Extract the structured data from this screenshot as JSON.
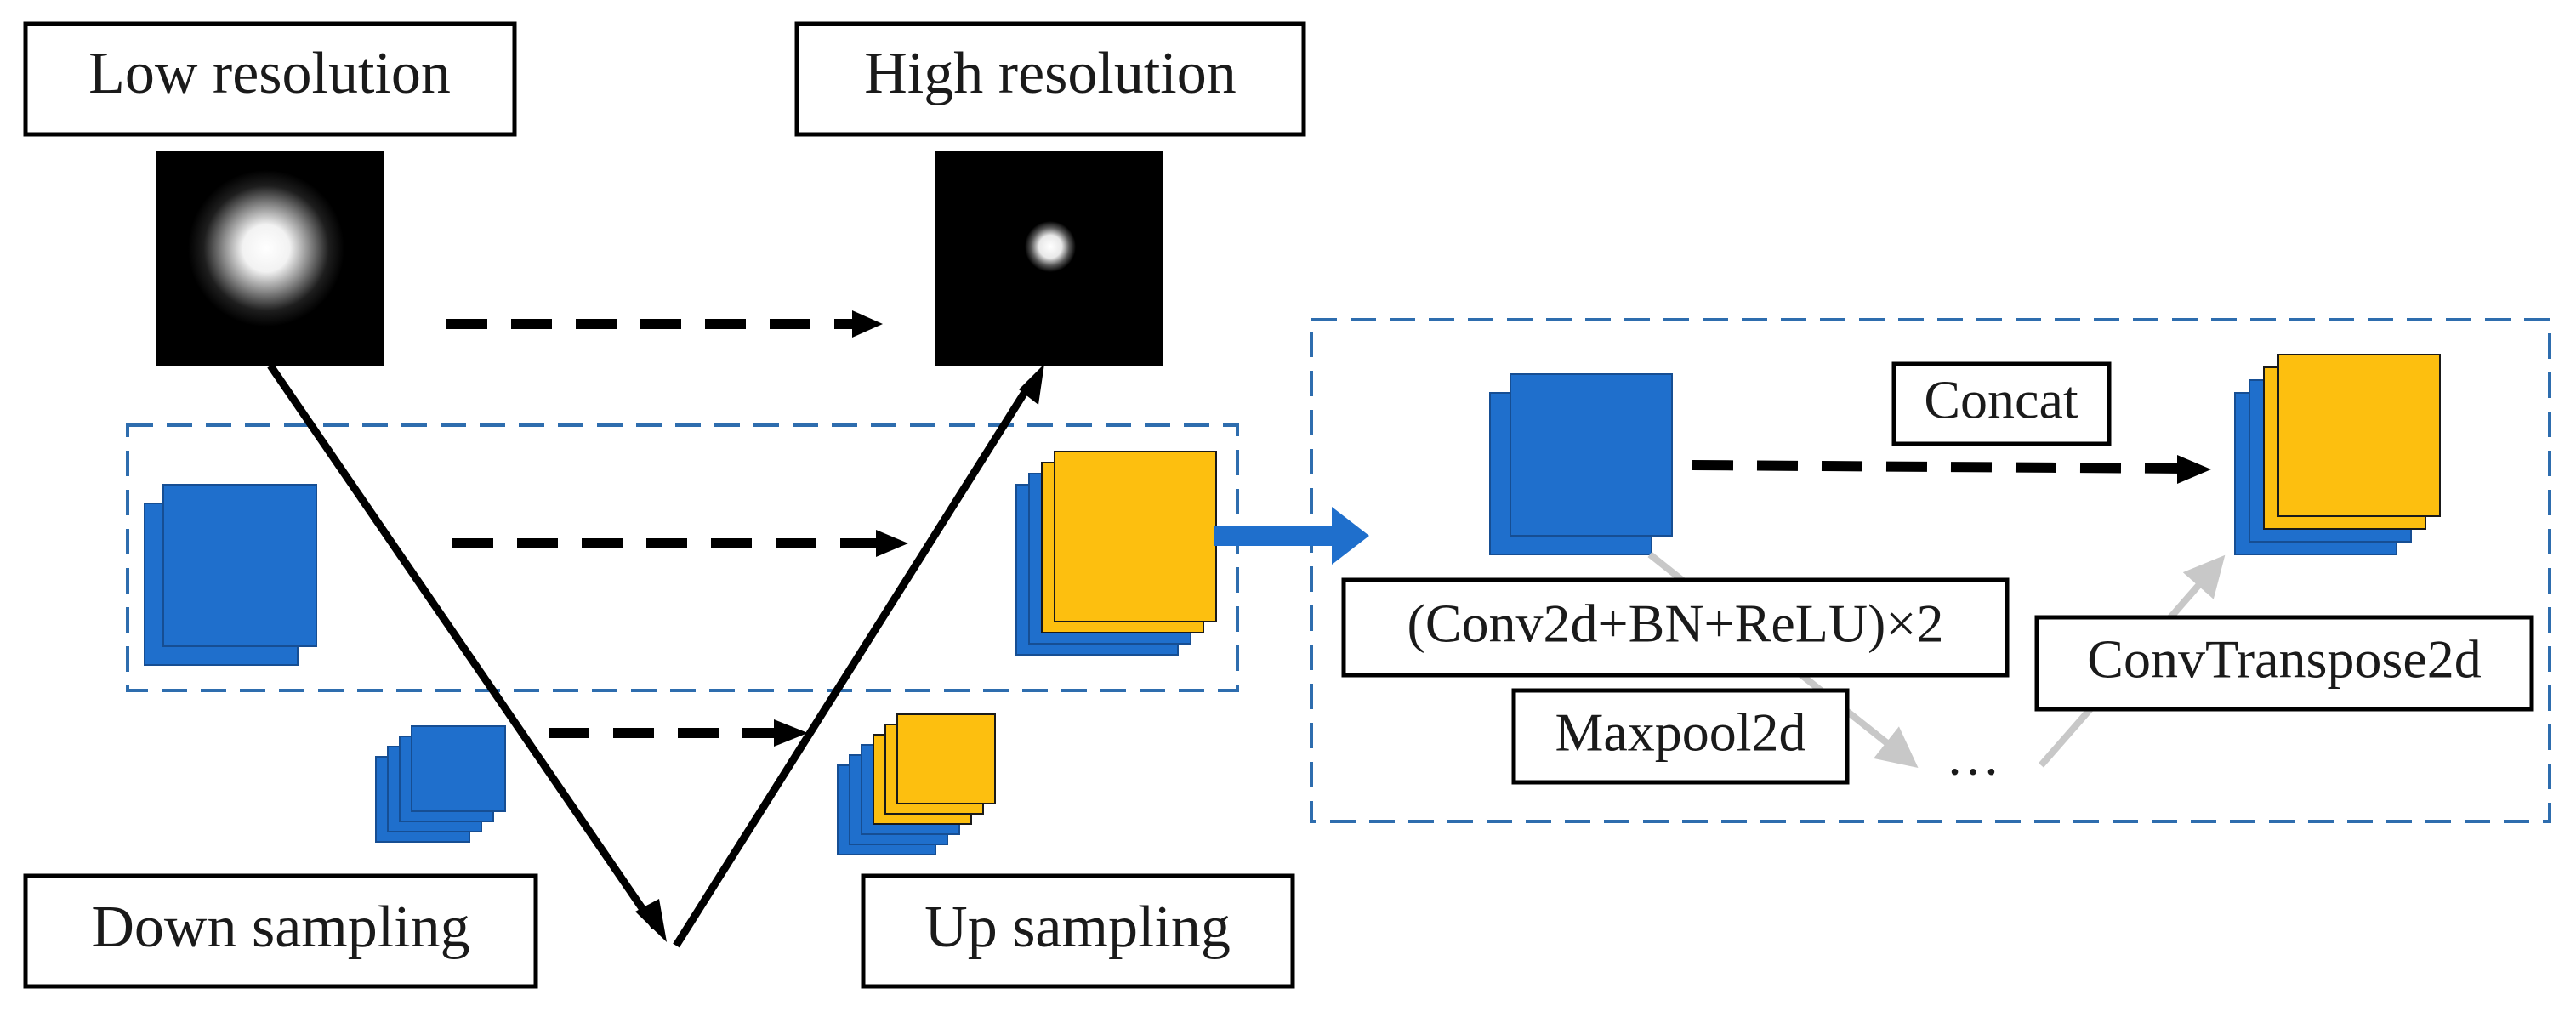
{
  "labels": {
    "low_resolution": "Low resolution",
    "high_resolution": "High resolution",
    "down_sampling": "Down sampling",
    "up_sampling": "Up sampling",
    "concat": "Concat",
    "conv_block": "(Conv2d+BN+ReLU)×2",
    "maxpool": "Maxpool2d",
    "conv_transpose": "ConvTranspose2d",
    "ellipsis": "…"
  },
  "colors": {
    "blue": "#1F6FCC",
    "yellow": "#FDBF0F",
    "dashed_border": "#2E6DAE",
    "black": "#000000",
    "gray_arrow": "#C8C8C8"
  }
}
